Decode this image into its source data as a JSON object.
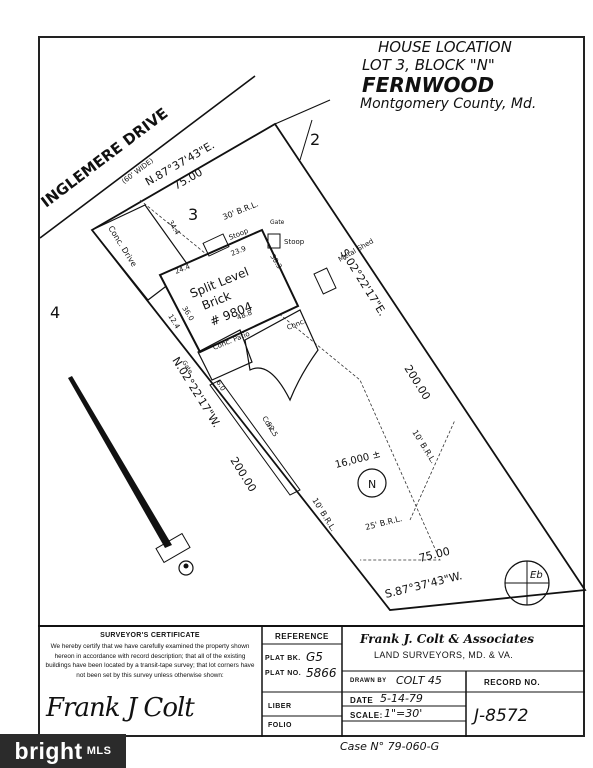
{
  "header": {
    "line1": "HOUSE LOCATION",
    "line2": "LOT 3, BLOCK \"N\"",
    "subdivision": "FERNWOOD",
    "county": "Montgomery County, Md."
  },
  "plan": {
    "street_name": "INGLEMERE DRIVE",
    "street_width": "(60' WIDE)",
    "north_bearing": "N.87°37'43\"E.",
    "north_distance": "75.00",
    "south_bearing": "S.87°37'43\"W.",
    "south_distance": "75.00",
    "east_bearing": "S.02°22'17\"E.",
    "east_distance": "200.00",
    "west_bearing": "N.02°22'17\"W.",
    "west_distance": "200.00",
    "lot_number": "3",
    "adjacent_east": "2",
    "adjacent_west": "4",
    "house_label_1": "Split Level",
    "house_label_2": "Brick",
    "house_number": "# 9804",
    "front_brl": "30' B.R.L.",
    "side_brl_east": "10' B.R.L.",
    "side_brl_west": "10' B.R.L.",
    "rear_brl": "25' B.R.L.",
    "area": "16,000 ±",
    "north_symbol": "N",
    "driveway": "Conc. Drive",
    "patio": "Conc. Patio",
    "conc": "Conc.",
    "walk": "Conc.",
    "stoop_1": "Stoop",
    "stoop_2": "Stoop",
    "gate_1": "Gate",
    "gate_2": "Gate",
    "metal_shed": "Metal Shed",
    "dim_34_4": "34.4",
    "dim_24_4": "24.4",
    "dim_23_9": "23.9",
    "dim_30_3": "30.3",
    "dim_36_0": "36.0",
    "dim_48_8": "48.8",
    "dim_12_4": "12.4",
    "dim_52_5": "52.5",
    "dim_6_0": "6.0",
    "corner_mark": "Eb"
  },
  "certificate": {
    "title": "SURVEYOR'S CERTIFICATE",
    "body": "We hereby certify that we have carefully examined the property shown hereon in accordance with record description; that all of the existing buildings have been located by a transit-tape survey; that lot corners have not been set by this survey unless otherwise shown:",
    "signature": "Frank J Colt"
  },
  "reference": {
    "title": "REFERENCE",
    "plat_bk_label": "PLAT BK.",
    "plat_bk_value": "G5",
    "plat_no_label": "PLAT NO.",
    "plat_no_value": "5866",
    "liber_label": "LIBER",
    "folio_label": "FOLIO"
  },
  "firm": {
    "name": "Frank J. Colt & Associates",
    "subtitle": "LAND SURVEYORS, MD. & VA."
  },
  "record": {
    "drawn_by_label": "DRAWN BY",
    "drawn_by_value": "COLT 45",
    "date_label": "DATE",
    "date_value": "5-14-79",
    "scale_label": "SCALE:",
    "scale_value": "1\"=30'",
    "record_no_label": "RECORD NO.",
    "record_no_value": "J-8572",
    "case_no": "Case N° 79-060-G"
  },
  "watermark": "bright",
  "watermark_dot": "MLS"
}
